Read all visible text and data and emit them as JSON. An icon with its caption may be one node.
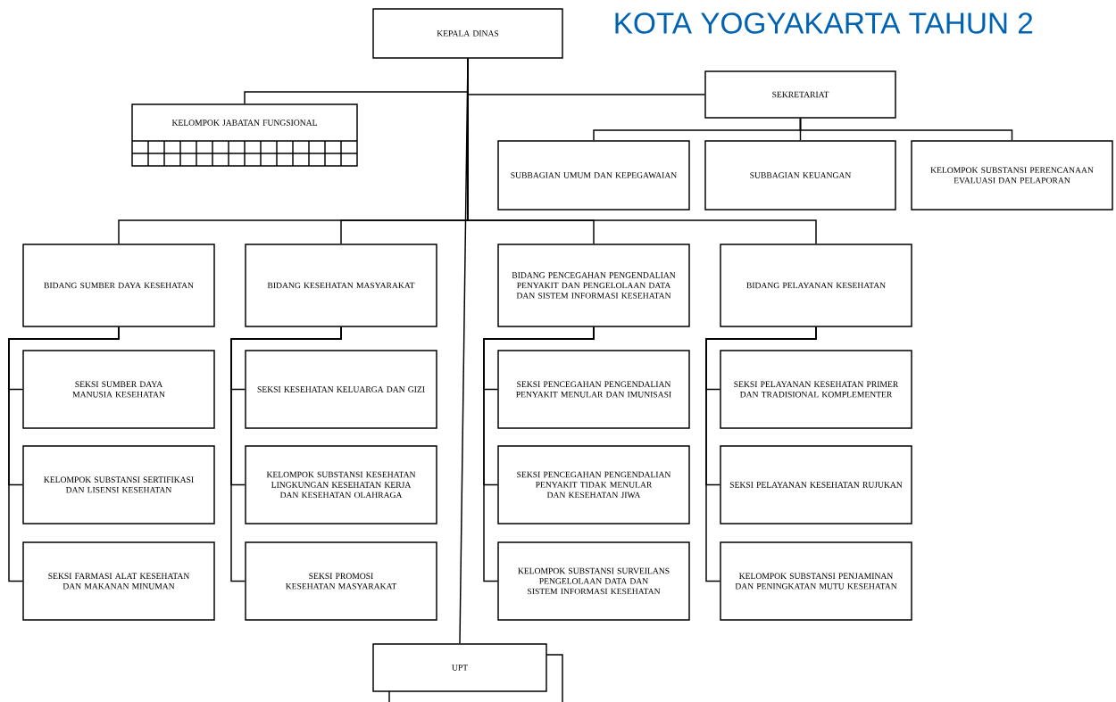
{
  "diagram": {
    "title": "KOTA YOGYAKARTA TAHUN 2",
    "nodes": [
      {
        "text": [
          "KEPALA DINAS"
        ]
      },
      {
        "text": [
          "KELOMPOK JABATAN FUNGSIONAL"
        ]
      },
      {
        "text": [
          "SEKRETARIAT"
        ]
      },
      {
        "text": [
          "SUBBAGIAN UMUM DAN KEPEGAWAIAN"
        ]
      },
      {
        "text": [
          "SUBBAGIAN KEUANGAN"
        ]
      },
      {
        "text": [
          "KELOMPOK SUBSTANSI PERENCANAAN EVALUASI DAN PELAPORAN"
        ]
      },
      {
        "text": [
          "BIDANG SUMBER DAYA KESEHATAN"
        ]
      },
      {
        "text": [
          "BIDANG KESEHATAN MASYARAKAT"
        ]
      },
      {
        "text": [
          "BIDANG PENCEGAHAN PENGENDALIAN PENYAKIT DAN PENGELOLAAN DATA DAN SISTEM INFORMASI KESEHATAN"
        ]
      },
      {
        "text": [
          "BIDANG PELAYANAN KESEHATAN"
        ]
      },
      {
        "text": [
          "SEKSI SUMBER DAYA MANUSIA KESEHATAN"
        ]
      },
      {
        "text": [
          "KELOMPOK SUBSTANSI SERTIFIKASI DAN LISENSI KESEHATAN"
        ]
      },
      {
        "text": [
          "SEKSI FARMASI ALAT KESEHATAN DAN MAKANAN MINUMAN"
        ]
      },
      {
        "text": [
          "SEKSI KESEHATAN KELUARGA DAN GIZI"
        ]
      },
      {
        "text": [
          "KELOMPOK SUBSTANSI KESEHATAN LINGKUNGAN KESEHATAN KERJA DAN KESEHATAN OLAHRAGA"
        ]
      },
      {
        "text": [
          "SEKSI PROMOSI KESEHATAN MASYARAKAT"
        ]
      },
      {
        "text": [
          "SEKSI PENCEGAHAN PENGENDALIAN PENYAKIT MENULAR DAN IMUNISASI"
        ]
      },
      {
        "text": [
          "SEKSI PENCEGAHAN PENGENDALIAN PENYAKIT TIDAK MENULAR DAN KESEHATAN JIWA"
        ]
      },
      {
        "text": [
          "KELOMPOK SUBSTANSI SURVEILANS PENGELOLAAN DATA DAN SISTEM INFORMASI KESEHATAN"
        ]
      },
      {
        "text": [
          "SEKSI PELAYANAN KESEHATAN PRIMER DAN TRADISIONAL KOMPLEMENTER"
        ]
      },
      {
        "text": [
          "SEKSI PELAYANAN KESEHATAN RUJUKAN"
        ]
      },
      {
        "text": [
          "KELOMPOK SUBSTANSI PENJAMINAN DAN PENINGKATAN MUTU KESEHATAN"
        ]
      },
      {
        "text": [
          "UPT"
        ]
      }
    ],
    "edges": [
      {
        "from": 0,
        "to": 1,
        "arrow": "none"
      },
      {
        "from": 0,
        "to": 2,
        "arrow": "none"
      },
      {
        "from": 2,
        "to": 3,
        "arrow": "none"
      },
      {
        "from": 2,
        "to": 4,
        "arrow": "none"
      },
      {
        "from": 2,
        "to": 5,
        "arrow": "none"
      },
      {
        "from": 0,
        "to": 6,
        "arrow": "none"
      },
      {
        "from": 0,
        "to": 7,
        "arrow": "none"
      },
      {
        "from": 0,
        "to": 8,
        "arrow": "none"
      },
      {
        "from": 0,
        "to": 9,
        "arrow": "none"
      },
      {
        "from": 6,
        "to": 10,
        "arrow": "none"
      },
      {
        "from": 6,
        "to": 11,
        "arrow": "none"
      },
      {
        "from": 6,
        "to": 12,
        "arrow": "none"
      },
      {
        "from": 7,
        "to": 13,
        "arrow": "none"
      },
      {
        "from": 7,
        "to": 14,
        "arrow": "none"
      },
      {
        "from": 7,
        "to": 15,
        "arrow": "none"
      },
      {
        "from": 8,
        "to": 16,
        "arrow": "none"
      },
      {
        "from": 8,
        "to": 17,
        "arrow": "none"
      },
      {
        "from": 8,
        "to": 18,
        "arrow": "none"
      },
      {
        "from": 9,
        "to": 19,
        "arrow": "none"
      },
      {
        "from": 9,
        "to": 20,
        "arrow": "none"
      },
      {
        "from": 9,
        "to": 21,
        "arrow": "none"
      },
      {
        "from": 0,
        "to": 22,
        "arrow": "none"
      }
    ]
  }
}
